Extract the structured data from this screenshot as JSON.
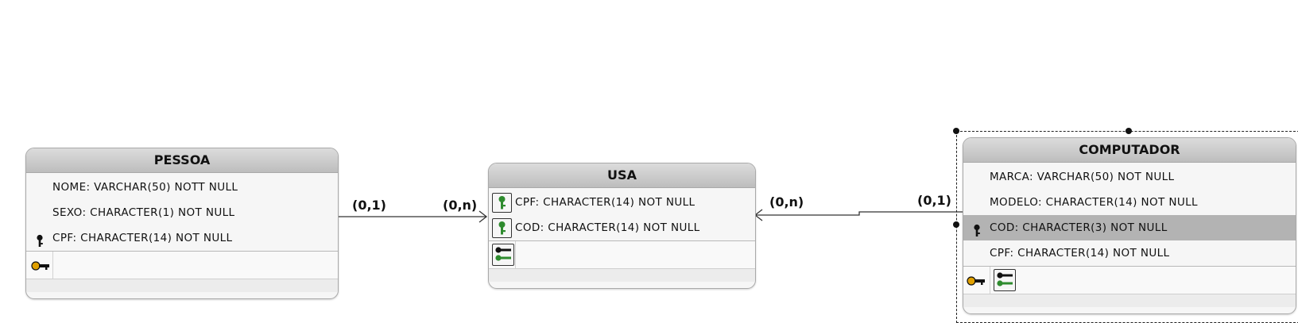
{
  "diagram": {
    "tables": {
      "pessoa": {
        "title": "PESSOA",
        "attributes": [
          {
            "text": "NOME: VARCHAR(50) NOTT NULL",
            "key": "none"
          },
          {
            "text": "SEXO: CHARACTER(1) NOT NULL",
            "key": "none"
          },
          {
            "text": "CPF: CHARACTER(14) NOT NULL",
            "key": "primary"
          }
        ]
      },
      "usa": {
        "title": "USA",
        "attributes": [
          {
            "text": "CPF: CHARACTER(14) NOT NULL",
            "key": "foreign"
          },
          {
            "text": "COD: CHARACTER(14) NOT NULL",
            "key": "foreign"
          }
        ]
      },
      "computador": {
        "title": "COMPUTADOR",
        "attributes": [
          {
            "text": "MARCA: VARCHAR(50) NOT NULL",
            "key": "none"
          },
          {
            "text": "MODELO: CHARACTER(14) NOT NULL",
            "key": "none"
          },
          {
            "text": "COD: CHARACTER(3) NOT NULL",
            "key": "primary",
            "selected": true
          },
          {
            "text": "CPF: CHARACTER(14) NOT NULL",
            "key": "none"
          }
        ]
      }
    },
    "relationships": [
      {
        "from": "PESSOA",
        "to": "USA",
        "from_cardinality": "(0,1)",
        "to_cardinality": "(0,n)"
      },
      {
        "from": "COMPUTADOR",
        "to": "USA",
        "from_cardinality": "(0,1)",
        "to_cardinality": "(0,n)"
      }
    ],
    "icons": {
      "primary_key_color": "#111111",
      "foreign_key_color": "#2e8b2e",
      "footer_key_color": "#e0a000"
    },
    "selected_table": "COMPUTADOR"
  }
}
